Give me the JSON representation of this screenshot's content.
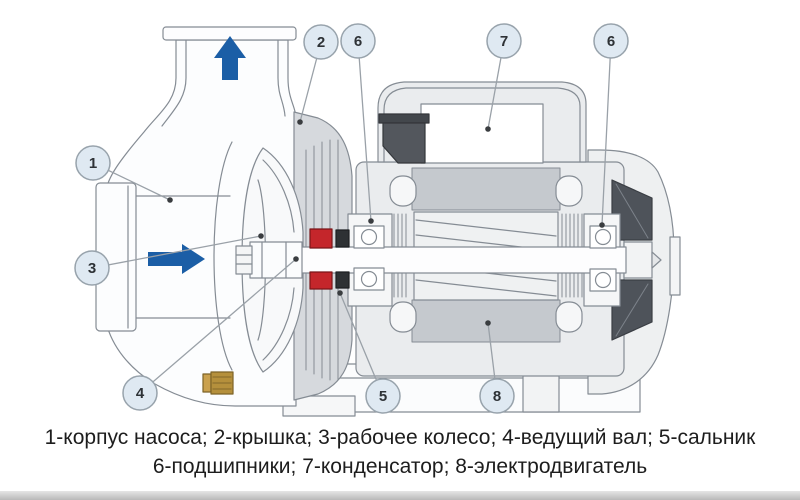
{
  "caption": {
    "line1": "1-корпус насоса; 2-крышка; 3-рабочее колесо; 4-ведущий вал; 5-сальник",
    "line2": "6-подшипники; 7-конденсатор; 8-электродвигатель"
  },
  "callouts": [
    {
      "id": "1",
      "number": "1",
      "part": "корпус насоса"
    },
    {
      "id": "2",
      "number": "2",
      "part": "крышка"
    },
    {
      "id": "3",
      "number": "3",
      "part": "рабочее колесо"
    },
    {
      "id": "4",
      "number": "4",
      "part": "ведущий вал"
    },
    {
      "id": "5",
      "number": "5",
      "part": "сальник"
    },
    {
      "id": "6a",
      "number": "6",
      "part": "подшипники"
    },
    {
      "id": "6b",
      "number": "6",
      "part": "подшипники"
    },
    {
      "id": "7",
      "number": "7",
      "part": "конденсатор"
    },
    {
      "id": "8",
      "number": "8",
      "part": "электродвигатель"
    }
  ],
  "icons": [
    {
      "name": "flow-up-arrow",
      "meaning": "discharge flow direction"
    },
    {
      "name": "flow-right-arrow",
      "meaning": "suction flow direction"
    }
  ],
  "colors": {
    "line": "#858c94",
    "flow_arrow": "#1b5ea6",
    "seal_red": "#c4262b",
    "gland_black": "#2e3134",
    "drain_plug_gold": "#b5903c",
    "fan_dark": "#4e535a",
    "callout_fill": "#dfe9f2",
    "callout_border": "#98a3ac",
    "caption_text": "#1d1d1d"
  }
}
